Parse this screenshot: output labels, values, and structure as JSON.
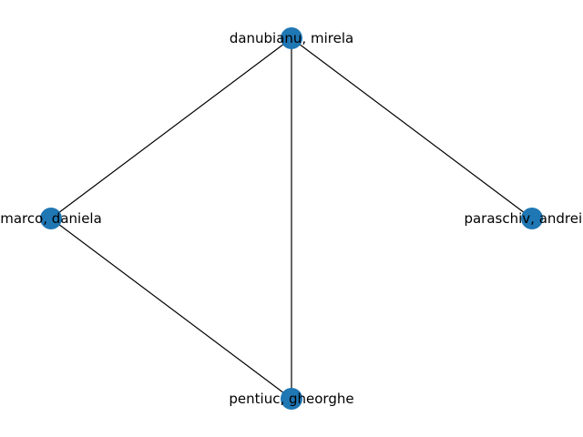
{
  "graph": {
    "node_color": "#1f77b4",
    "edge_color": "#000000",
    "nodes": [
      {
        "id": "danubianu",
        "label": "danubianu, mirela"
      },
      {
        "id": "marco",
        "label": "marco, daniela"
      },
      {
        "id": "paraschiv",
        "label": "paraschiv, andrei m"
      },
      {
        "id": "pentiuc",
        "label": "pentiuc, gheorghe"
      }
    ],
    "edges": [
      {
        "source": "danubianu",
        "target": "marco"
      },
      {
        "source": "danubianu",
        "target": "pentiuc"
      },
      {
        "source": "danubianu",
        "target": "paraschiv"
      },
      {
        "source": "marco",
        "target": "pentiuc"
      }
    ]
  }
}
